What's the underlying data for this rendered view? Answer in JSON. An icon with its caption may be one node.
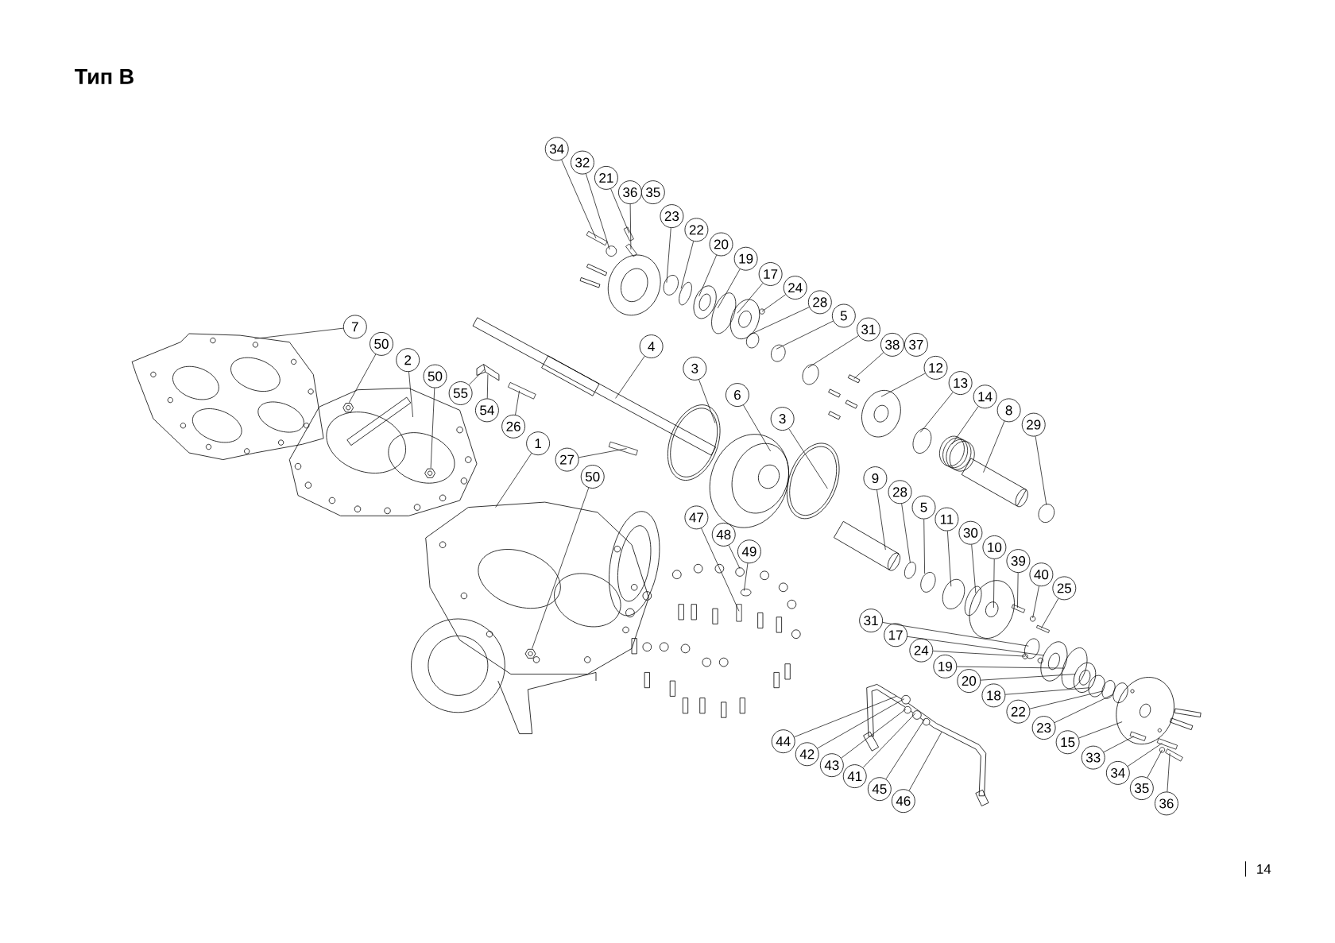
{
  "diagram": {
    "title": "Тип B",
    "nodes": [
      {
        "text": [
          "34"
        ]
      },
      {
        "text": [
          "32"
        ]
      },
      {
        "text": [
          "21"
        ]
      },
      {
        "text": [
          "36"
        ]
      },
      {
        "text": [
          "35"
        ]
      },
      {
        "text": [
          "23"
        ]
      },
      {
        "text": [
          "22"
        ]
      },
      {
        "text": [
          "20"
        ]
      },
      {
        "text": [
          "19"
        ]
      },
      {
        "text": [
          "17"
        ]
      },
      {
        "text": [
          "24"
        ]
      },
      {
        "text": [
          "28"
        ]
      },
      {
        "text": [
          "5"
        ]
      },
      {
        "text": [
          "31"
        ]
      },
      {
        "text": [
          "38"
        ]
      },
      {
        "text": [
          "37"
        ]
      },
      {
        "text": [
          "12"
        ]
      },
      {
        "text": [
          "13"
        ]
      },
      {
        "text": [
          "14"
        ]
      },
      {
        "text": [
          "8"
        ]
      },
      {
        "text": [
          "29"
        ]
      },
      {
        "text": [
          "7"
        ]
      },
      {
        "text": [
          "50"
        ]
      },
      {
        "text": [
          "2"
        ]
      },
      {
        "text": [
          "50"
        ]
      },
      {
        "text": [
          "55"
        ]
      },
      {
        "text": [
          "54"
        ]
      },
      {
        "text": [
          "26"
        ]
      },
      {
        "text": [
          "4"
        ]
      },
      {
        "text": [
          "3"
        ]
      },
      {
        "text": [
          "6"
        ]
      },
      {
        "text": [
          "3"
        ]
      },
      {
        "text": [
          "1"
        ]
      },
      {
        "text": [
          "27"
        ]
      },
      {
        "text": [
          "50"
        ]
      },
      {
        "text": [
          "47"
        ]
      },
      {
        "text": [
          "48"
        ]
      },
      {
        "text": [
          "49"
        ]
      },
      {
        "text": [
          "9"
        ]
      },
      {
        "text": [
          "28"
        ]
      },
      {
        "text": [
          "5"
        ]
      },
      {
        "text": [
          "11"
        ]
      },
      {
        "text": [
          "30"
        ]
      },
      {
        "text": [
          "10"
        ]
      },
      {
        "text": [
          "39"
        ]
      },
      {
        "text": [
          "40"
        ]
      },
      {
        "text": [
          "25"
        ]
      },
      {
        "text": [
          "31"
        ]
      },
      {
        "text": [
          "17"
        ]
      },
      {
        "text": [
          "24"
        ]
      },
      {
        "text": [
          "19"
        ]
      },
      {
        "text": [
          "20"
        ]
      },
      {
        "text": [
          "18"
        ]
      },
      {
        "text": [
          "22"
        ]
      },
      {
        "text": [
          "23"
        ]
      },
      {
        "text": [
          "15"
        ]
      },
      {
        "text": [
          "33"
        ]
      },
      {
        "text": [
          "34"
        ]
      },
      {
        "text": [
          "35"
        ]
      },
      {
        "text": [
          "36"
        ]
      },
      {
        "text": [
          "44"
        ]
      },
      {
        "text": [
          "42"
        ]
      },
      {
        "text": [
          "43"
        ]
      },
      {
        "text": [
          "41"
        ]
      },
      {
        "text": [
          "45"
        ]
      },
      {
        "text": [
          "46"
        ]
      },
      {
        "text": [],
        "shape": "picture"
      },
      {
        "text": [],
        "shape": "picture"
      },
      {
        "text": [],
        "shape": "picture",
        "in": 67
      },
      {
        "text": [],
        "shape": "picture"
      },
      {
        "text": [],
        "shape": "picture",
        "in": 67
      },
      {
        "text": [],
        "shape": "picture"
      },
      {
        "text": [],
        "shape": "picture"
      },
      {
        "text": [],
        "shape": "bar"
      },
      {
        "text": [],
        "shape": "picture",
        "in": 69
      },
      {
        "text": [],
        "shape": "bar"
      },
      {
        "text": [],
        "shape": "bar"
      },
      {
        "text": [],
        "shape": "circle"
      },
      {
        "text": [],
        "shape": "bar"
      },
      {
        "text": [],
        "shape": "bar"
      },
      {
        "text": [],
        "shape": "circle"
      },
      {
        "text": [],
        "shape": "picture"
      },
      {
        "text": [],
        "shape": "circle"
      },
      {
        "text": [],
        "shape": "picture"
      },
      {
        "text": [],
        "shape": "circle"
      },
      {
        "text": [],
        "shape": "picture"
      },
      {
        "text": [],
        "shape": "picture"
      },
      {
        "text": [],
        "shape": "bar"
      },
      {
        "text": [],
        "shape": "circle"
      },
      {
        "text": [],
        "shape": "circle"
      },
      {
        "text": [],
        "shape": "circle"
      },
      {
        "text": [],
        "shape": "circle"
      },
      {
        "text": [],
        "shape": "circle"
      },
      {
        "text": [],
        "shape": "picture"
      },
      {
        "text": [],
        "shape": "circle"
      },
      {
        "text": [],
        "shape": "picture"
      },
      {
        "text": [],
        "shape": "picture"
      },
      {
        "text": [],
        "shape": "picture"
      },
      {
        "text": [],
        "shape": "picture"
      },
      {
        "text": [],
        "shape": "circle",
        "in": 98
      },
      {
        "text": [],
        "shape": "circle",
        "in": 98
      },
      {
        "text": [],
        "shape": "circle"
      },
      {
        "text": [],
        "shape": "circle",
        "in": 98
      },
      {
        "text": [],
        "shape": "circle"
      },
      {
        "text": [],
        "shape": "circle"
      },
      {
        "text": [],
        "shape": "circle",
        "in": 98
      },
      {
        "text": [],
        "shape": "circle"
      },
      {
        "text": [],
        "shape": "circle"
      },
      {
        "text": [],
        "shape": "picture"
      },
      {
        "text": [],
        "shape": "circle"
      },
      {
        "text": [],
        "shape": "picture"
      },
      {
        "text": [],
        "shape": "bar"
      },
      {
        "text": [],
        "shape": "picture"
      },
      {
        "text": [],
        "shape": "circle"
      },
      {
        "text": [],
        "shape": "circle"
      },
      {
        "text": [],
        "shape": "bar"
      },
      {
        "text": [],
        "shape": "circle"
      },
      {
        "text": [],
        "shape": "picture"
      },
      {
        "text": [],
        "shape": "circle"
      },
      {
        "text": [],
        "shape": "picture"
      },
      {
        "text": [],
        "shape": "circle"
      },
      {
        "text": [],
        "shape": "circle"
      },
      {
        "text": [],
        "shape": "circle"
      },
      {
        "text": [],
        "shape": "picture"
      },
      {
        "text": [],
        "shape": "bar",
        "in": 123
      },
      {
        "text": [],
        "shape": "bar"
      },
      {
        "text": [],
        "shape": "circle"
      },
      {
        "text": [],
        "shape": "bar"
      }
    ],
    "edges": [
      {
        "from": 0,
        "to": 75,
        "arrow": "none"
      },
      {
        "from": 1,
        "to": 77,
        "arrow": "none"
      },
      {
        "from": 2,
        "to": 78,
        "arrow": "none"
      },
      {
        "from": 3,
        "to": 79,
        "arrow": "none"
      },
      {
        "from": 5,
        "to": 80,
        "arrow": "none"
      },
      {
        "from": 6,
        "to": 82,
        "arrow": "none"
      },
      {
        "from": 7,
        "to": 83,
        "arrow": "none"
      },
      {
        "from": 8,
        "to": 84,
        "arrow": "none"
      },
      {
        "from": 9,
        "to": 86,
        "arrow": "none"
      },
      {
        "from": 10,
        "to": 91,
        "arrow": "none"
      },
      {
        "from": 11,
        "to": 90,
        "arrow": "none"
      },
      {
        "from": 12,
        "to": 92,
        "arrow": "none"
      },
      {
        "from": 13,
        "to": 94,
        "arrow": "none"
      },
      {
        "from": 14,
        "to": 96,
        "arrow": "none"
      },
      {
        "from": 16,
        "to": 97,
        "arrow": "none"
      },
      {
        "from": 17,
        "to": 103,
        "arrow": "none"
      },
      {
        "from": 18,
        "to": 106,
        "arrow": "none"
      },
      {
        "from": 19,
        "to": 108,
        "arrow": "none"
      },
      {
        "from": 20,
        "to": 116,
        "arrow": "none"
      },
      {
        "from": 21,
        "to": 66,
        "arrow": "none"
      },
      {
        "from": 22,
        "to": 68,
        "arrow": "none"
      },
      {
        "from": 23,
        "to": 67,
        "arrow": "none"
      },
      {
        "from": 24,
        "to": 70,
        "arrow": "none"
      },
      {
        "from": 25,
        "to": 72,
        "arrow": "none"
      },
      {
        "from": 26,
        "to": 72,
        "arrow": "none"
      },
      {
        "from": 27,
        "to": 73,
        "arrow": "none"
      },
      {
        "from": 28,
        "to": 71,
        "arrow": "none"
      },
      {
        "from": 29,
        "to": 81,
        "arrow": "none"
      },
      {
        "from": 30,
        "to": 85,
        "arrow": "none"
      },
      {
        "from": 31,
        "to": 93,
        "arrow": "none"
      },
      {
        "from": 32,
        "to": 69,
        "arrow": "none"
      },
      {
        "from": 33,
        "to": 76,
        "arrow": "none"
      },
      {
        "from": 34,
        "to": 74,
        "arrow": "none"
      },
      {
        "from": 35,
        "to": 87,
        "arrow": "none"
      },
      {
        "from": 36,
        "to": 88,
        "arrow": "none"
      },
      {
        "from": 37,
        "to": 89,
        "arrow": "none"
      },
      {
        "from": 38,
        "to": 95,
        "arrow": "none"
      },
      {
        "from": 39,
        "to": 101,
        "arrow": "none"
      },
      {
        "from": 40,
        "to": 104,
        "arrow": "none"
      },
      {
        "from": 41,
        "to": 107,
        "arrow": "none"
      },
      {
        "from": 42,
        "to": 109,
        "arrow": "none"
      },
      {
        "from": 43,
        "to": 110,
        "arrow": "none"
      },
      {
        "from": 44,
        "to": 111,
        "arrow": "none"
      },
      {
        "from": 45,
        "to": 114,
        "arrow": "none"
      },
      {
        "from": 46,
        "to": 115,
        "arrow": "none"
      },
      {
        "from": 47,
        "to": 113,
        "arrow": "none"
      },
      {
        "from": 48,
        "to": 117,
        "arrow": "none"
      },
      {
        "from": 49,
        "to": 112,
        "arrow": "none"
      },
      {
        "from": 50,
        "to": 118,
        "arrow": "none"
      },
      {
        "from": 51,
        "to": 119,
        "arrow": "none"
      },
      {
        "from": 52,
        "to": 120,
        "arrow": "none"
      },
      {
        "from": 53,
        "to": 121,
        "arrow": "none"
      },
      {
        "from": 54,
        "to": 122,
        "arrow": "none"
      },
      {
        "from": 55,
        "to": 123,
        "arrow": "none"
      },
      {
        "from": 56,
        "to": 124,
        "arrow": "none"
      },
      {
        "from": 57,
        "to": 125,
        "arrow": "none"
      },
      {
        "from": 58,
        "to": 126,
        "arrow": "none"
      },
      {
        "from": 59,
        "to": 127,
        "arrow": "none"
      },
      {
        "from": 60,
        "to": 98,
        "arrow": "none"
      },
      {
        "from": 61,
        "to": 99,
        "arrow": "none"
      },
      {
        "from": 62,
        "to": 100,
        "arrow": "none"
      },
      {
        "from": 63,
        "to": 102,
        "arrow": "none"
      },
      {
        "from": 64,
        "to": 105,
        "arrow": "none"
      },
      {
        "from": 65,
        "to": 98,
        "arrow": "none"
      }
    ],
    "labels": [
      "14"
    ]
  }
}
